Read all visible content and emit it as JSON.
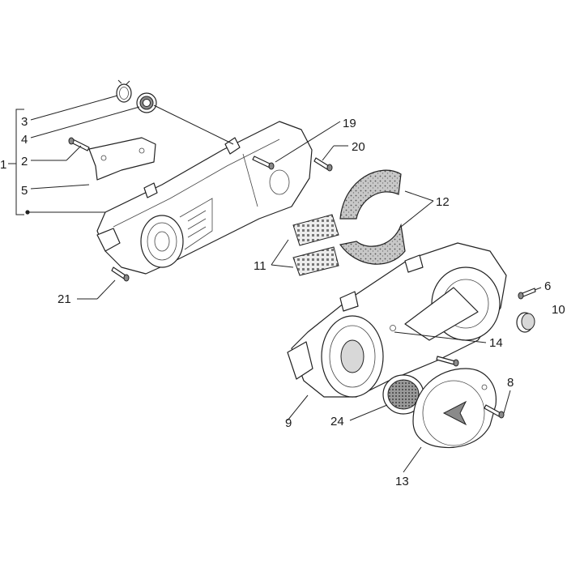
{
  "callouts": {
    "c1": "1",
    "c2": "2",
    "c3": "3",
    "c4": "4",
    "c5": "5",
    "c6": "6",
    "c8": "8",
    "c9": "9",
    "c10": "10",
    "c11": "11",
    "c12": "12",
    "c13": "13",
    "c14": "14",
    "c19": "19",
    "c20": "20",
    "c21": "21",
    "c24": "24"
  }
}
